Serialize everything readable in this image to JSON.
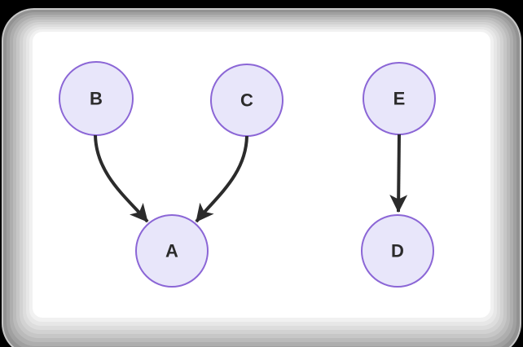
{
  "colors": {
    "outer_bg": "#000000",
    "canvas_bg": "#ffffff",
    "node_fill": "#e8e6fa",
    "node_stroke": "#8b66d6",
    "edge_color": "#2b2b2b",
    "label_color": "#2b2b2b"
  },
  "diagram": {
    "type": "directed-graph",
    "nodes": [
      {
        "id": "B",
        "label": "B"
      },
      {
        "id": "C",
        "label": "C"
      },
      {
        "id": "E",
        "label": "E"
      },
      {
        "id": "A",
        "label": "A"
      },
      {
        "id": "D",
        "label": "D"
      }
    ],
    "edges": [
      {
        "from": "B",
        "to": "A"
      },
      {
        "from": "C",
        "to": "A"
      },
      {
        "from": "E",
        "to": "D"
      }
    ]
  }
}
